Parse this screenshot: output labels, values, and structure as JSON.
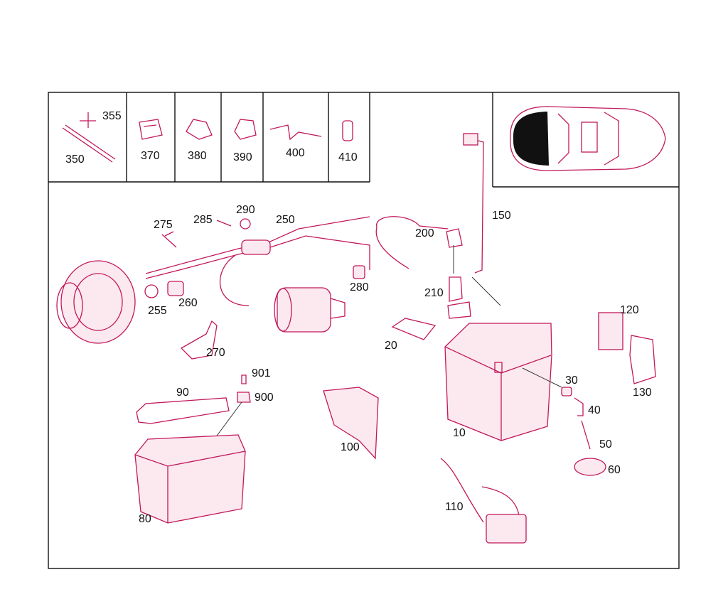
{
  "diagram": {
    "top_row_labels": {
      "p350": "350",
      "p355": "355",
      "p370": "370",
      "p380": "380",
      "p390": "390",
      "p400": "400",
      "p410": "410"
    },
    "labels": {
      "p275": "275",
      "p285": "285",
      "p290": "290",
      "p250": "250",
      "p200": "200",
      "p150": "150",
      "p255": "255",
      "p260": "260",
      "p280": "280",
      "p210": "210",
      "p270": "270",
      "p120": "120",
      "p20": "20",
      "p30": "30",
      "p130": "130",
      "p40": "40",
      "p901": "901",
      "p90": "90",
      "p900": "900",
      "p10": "10",
      "p50": "50",
      "p100": "100",
      "p60": "60",
      "p80": "80",
      "p110": "110"
    },
    "colors": {
      "line": "#b0103a",
      "part_outline": "#c2185b",
      "label": "#111111",
      "frame": "#111111"
    }
  }
}
